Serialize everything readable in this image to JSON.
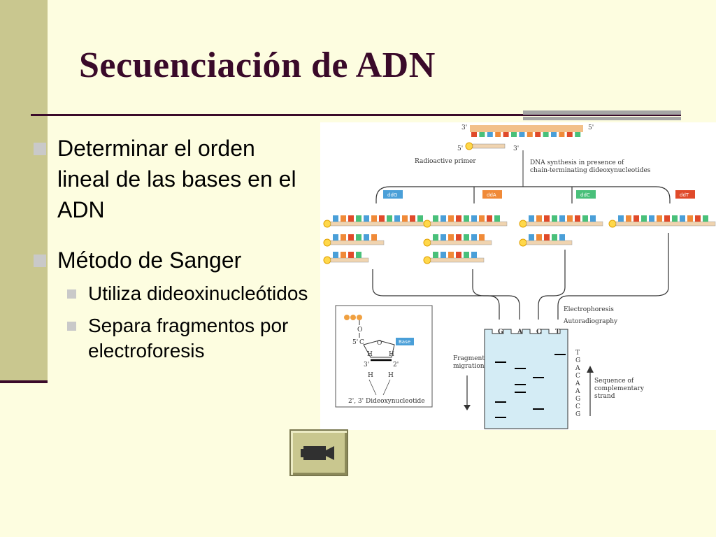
{
  "slide": {
    "title": "Secuenciación de ADN",
    "bullets": [
      "Determinar el orden lineal de las bases en el ADN",
      "Método de Sanger"
    ],
    "sub_bullets": [
      "Utiliza dideoxinucleótidos",
      "Separa fragmentos por electroforesis"
    ]
  },
  "figure": {
    "end_3": "3'",
    "end_5": "5'",
    "primer_end_5": "5'",
    "primer_end_3": "3'",
    "primer_label": "Radioactive primer",
    "synthesis_label_1": "DNA synthesis in presence of",
    "synthesis_label_2": "chain-terminating dideoxynucleotides",
    "reactions": [
      "ddG",
      "ddA",
      "ddC",
      "ddT"
    ],
    "lanes": [
      "G",
      "A",
      "C",
      "T"
    ],
    "electrophoresis_label": "Electrophoresis",
    "autoradiography_label": "Autoradiography",
    "fragment_label_1": "Fragment",
    "fragment_label_2": "migration",
    "sequence_label_1": "Sequence of",
    "sequence_label_2": "complementary",
    "sequence_label_3": "strand",
    "sequence_letters": [
      "T",
      "G",
      "A",
      "C",
      "A",
      "A",
      "G",
      "C",
      "G"
    ],
    "nucleotide_base_label": "Base",
    "nucleotide_caption": "2', 3' Dideoxynucleotide",
    "nucleotide_atoms": {
      "O": "O",
      "C5": "C",
      "five_prime": "5'",
      "ring_O": "O",
      "H1": "H",
      "H2": "H",
      "H3": "H",
      "H4": "H",
      "three_prime": "3'",
      "two_prime": "2'"
    }
  },
  "colors": {
    "title": "#3a0a2a",
    "ddG": "#4a9fd8",
    "ddA": "#f08a38",
    "ddC": "#49c07a",
    "ddT": "#e04a2a",
    "gel": "#d4ecf5"
  },
  "icons": {
    "camera": "movie-camera-icon"
  }
}
